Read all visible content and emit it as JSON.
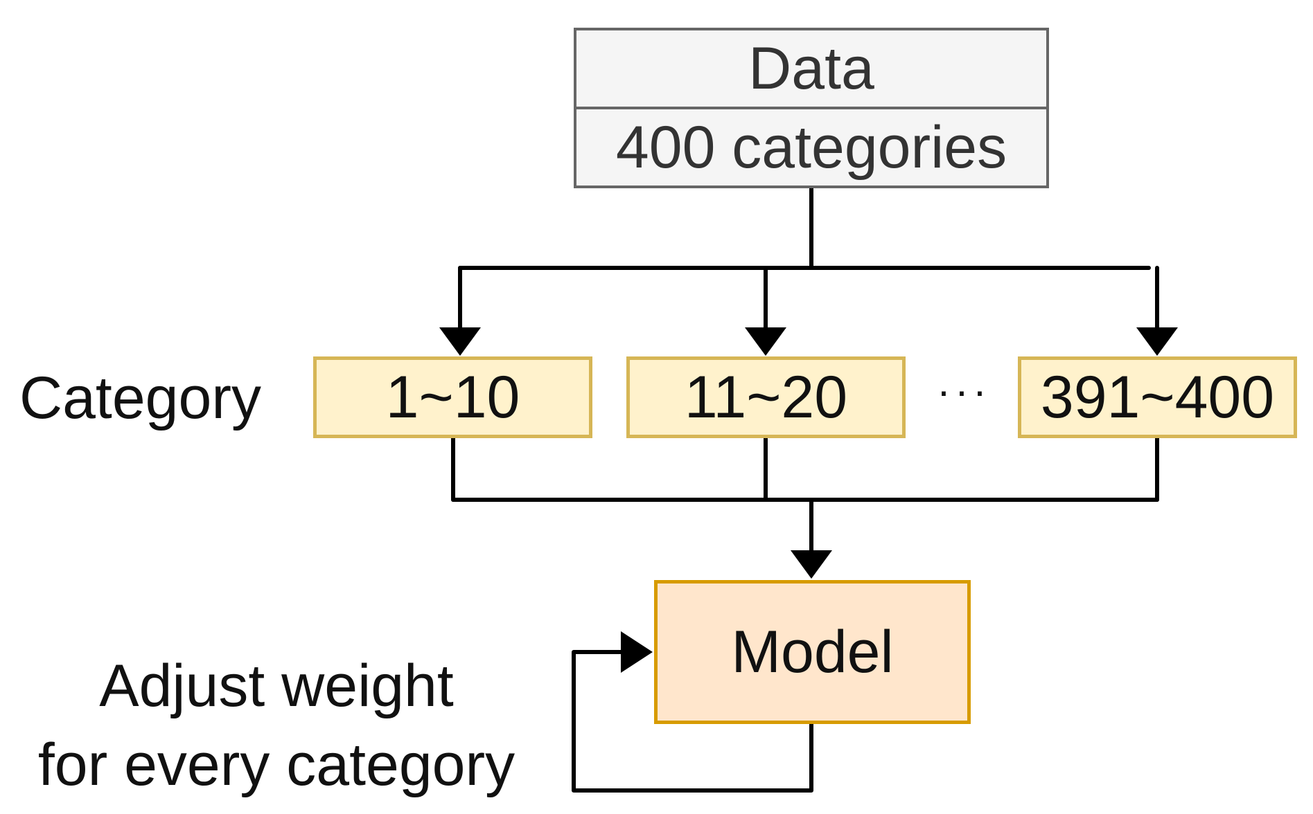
{
  "data_block": {
    "title": "Data",
    "subtitle": "400 categories"
  },
  "category_row": {
    "label": "Category",
    "boxes": [
      {
        "label": "1~10"
      },
      {
        "label": "11~20"
      },
      {
        "label": "391~400"
      }
    ],
    "ellipsis": "···"
  },
  "model": {
    "label": "Model"
  },
  "feedback_note": {
    "line1": "Adjust weight",
    "line2": "for every category"
  },
  "colors": {
    "data_fill": "#f5f5f5",
    "data_border": "#666666",
    "category_fill": "#fff2cc",
    "category_border": "#d6b656",
    "model_fill": "#ffe6cc",
    "model_border": "#d79b00",
    "connector": "#000000"
  }
}
